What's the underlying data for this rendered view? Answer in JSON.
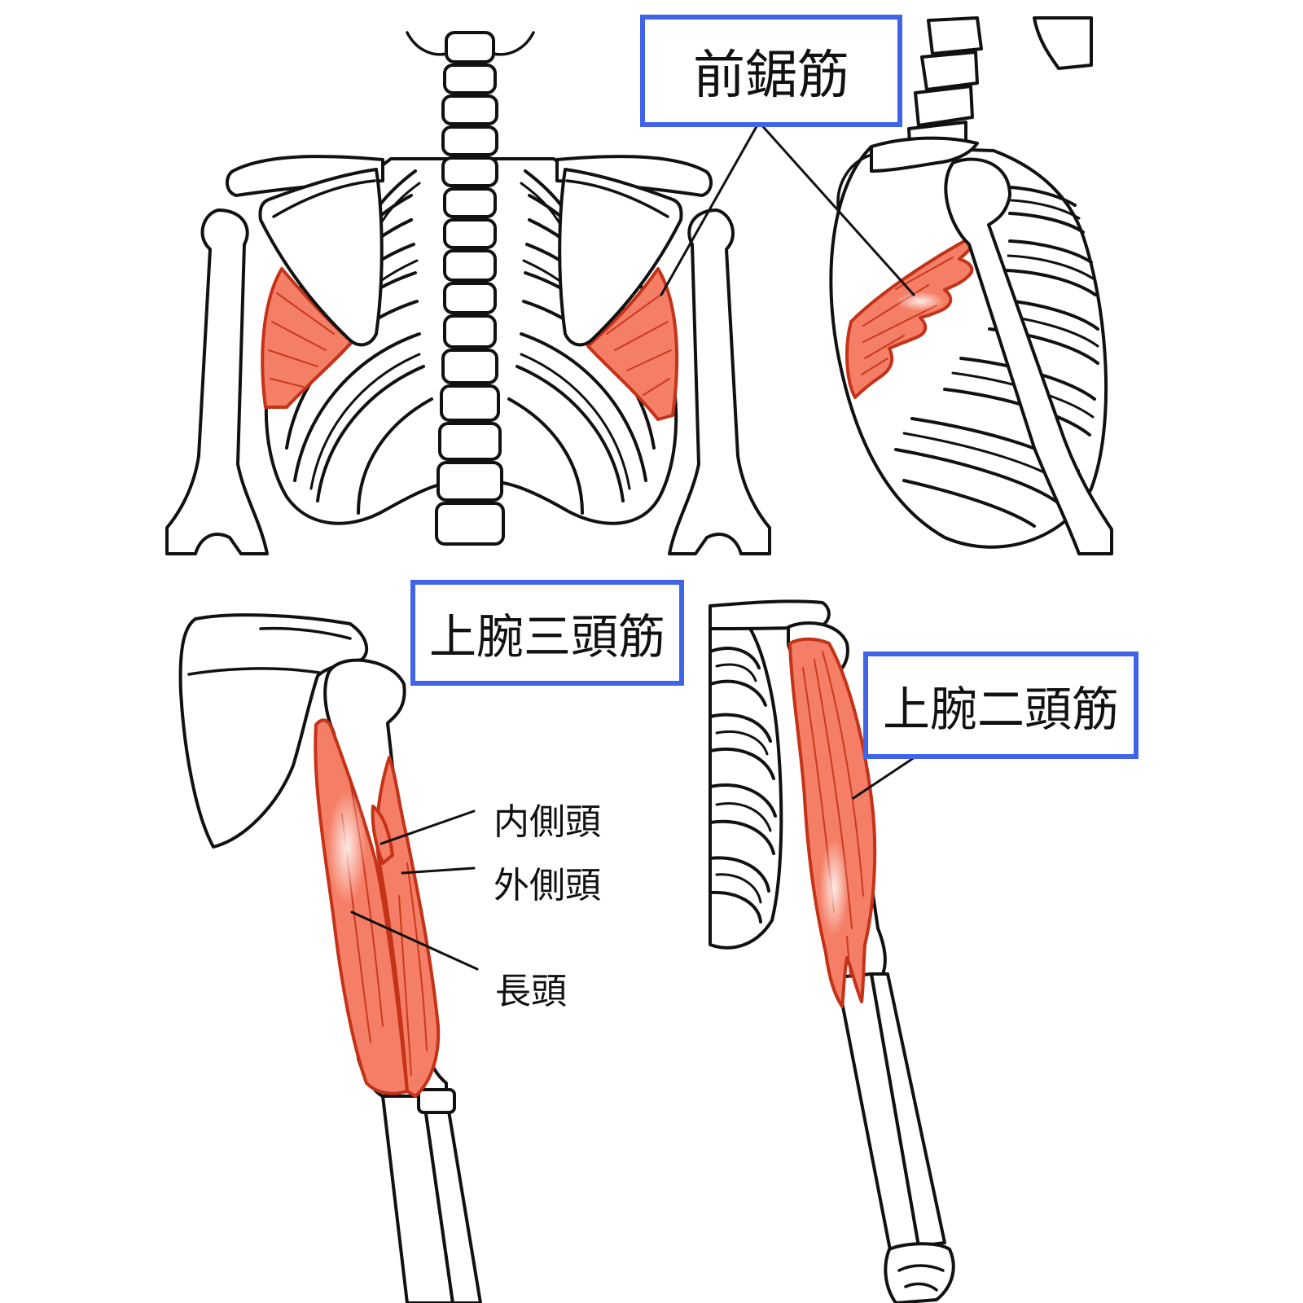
{
  "labels": {
    "serratus_anterior": "前鋸筋",
    "triceps_brachii": "上腕三頭筋",
    "biceps_brachii": "上腕二頭筋",
    "medial_head": "内側頭",
    "lateral_head": "外側頭",
    "long_head": "長頭"
  },
  "colors": {
    "muscle_fill": "#f57e66",
    "muscle_outline": "#c43218",
    "label_border": "#3f64e8",
    "line": "#111111"
  }
}
